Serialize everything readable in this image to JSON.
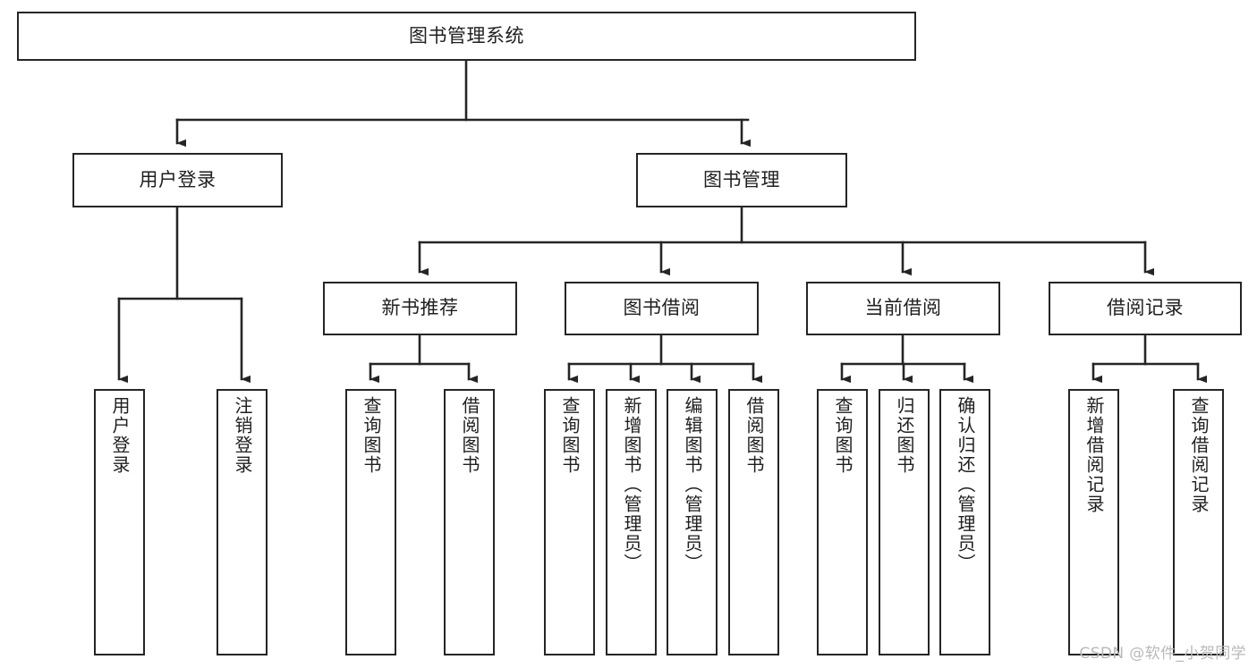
{
  "diagram": {
    "title": "图书管理系统",
    "type": "tree-hierarchy",
    "watermark": "CSDN @软件_小贺同学",
    "colors": {
      "box_border": "#252525",
      "box_fill": "#ffffff",
      "connector": "#252525",
      "text": "#1f1f1f",
      "watermark": "#b9b9b9"
    },
    "nodes": {
      "root": {
        "label": "图书管理系统"
      },
      "level2": [
        {
          "id": "user-login",
          "label": "用户登录"
        },
        {
          "id": "book-management",
          "label": "图书管理"
        }
      ],
      "level3": [
        {
          "id": "new-book-recommend",
          "label": "新书推荐"
        },
        {
          "id": "book-borrow",
          "label": "图书借阅"
        },
        {
          "id": "current-borrow",
          "label": "当前借阅"
        },
        {
          "id": "borrow-record",
          "label": "借阅记录"
        }
      ],
      "leaves": {
        "user-login": [
          {
            "id": "leaf-user-login",
            "label": "用户登录"
          },
          {
            "id": "leaf-logout-login",
            "label": "注销登录"
          }
        ],
        "new-book-recommend": [
          {
            "id": "leaf-query-book-1",
            "label": "查询图书"
          },
          {
            "id": "leaf-borrow-book-1",
            "label": "借阅图书"
          }
        ],
        "book-borrow": [
          {
            "id": "leaf-query-book-2",
            "label": "查询图书"
          },
          {
            "id": "leaf-add-book",
            "label": "新增图书（管理员）"
          },
          {
            "id": "leaf-edit-book",
            "label": "编辑图书（管理员）"
          },
          {
            "id": "leaf-borrow-book-2",
            "label": "借阅图书"
          }
        ],
        "current-borrow": [
          {
            "id": "leaf-query-book-3",
            "label": "查询图书"
          },
          {
            "id": "leaf-return-book",
            "label": "归还图书"
          },
          {
            "id": "leaf-confirm-return",
            "label": "确认归还（管理员）"
          }
        ],
        "borrow-record": [
          {
            "id": "leaf-add-record",
            "label": "新增借阅记录"
          },
          {
            "id": "leaf-query-record",
            "label": "查询借阅记录"
          }
        ]
      }
    }
  }
}
